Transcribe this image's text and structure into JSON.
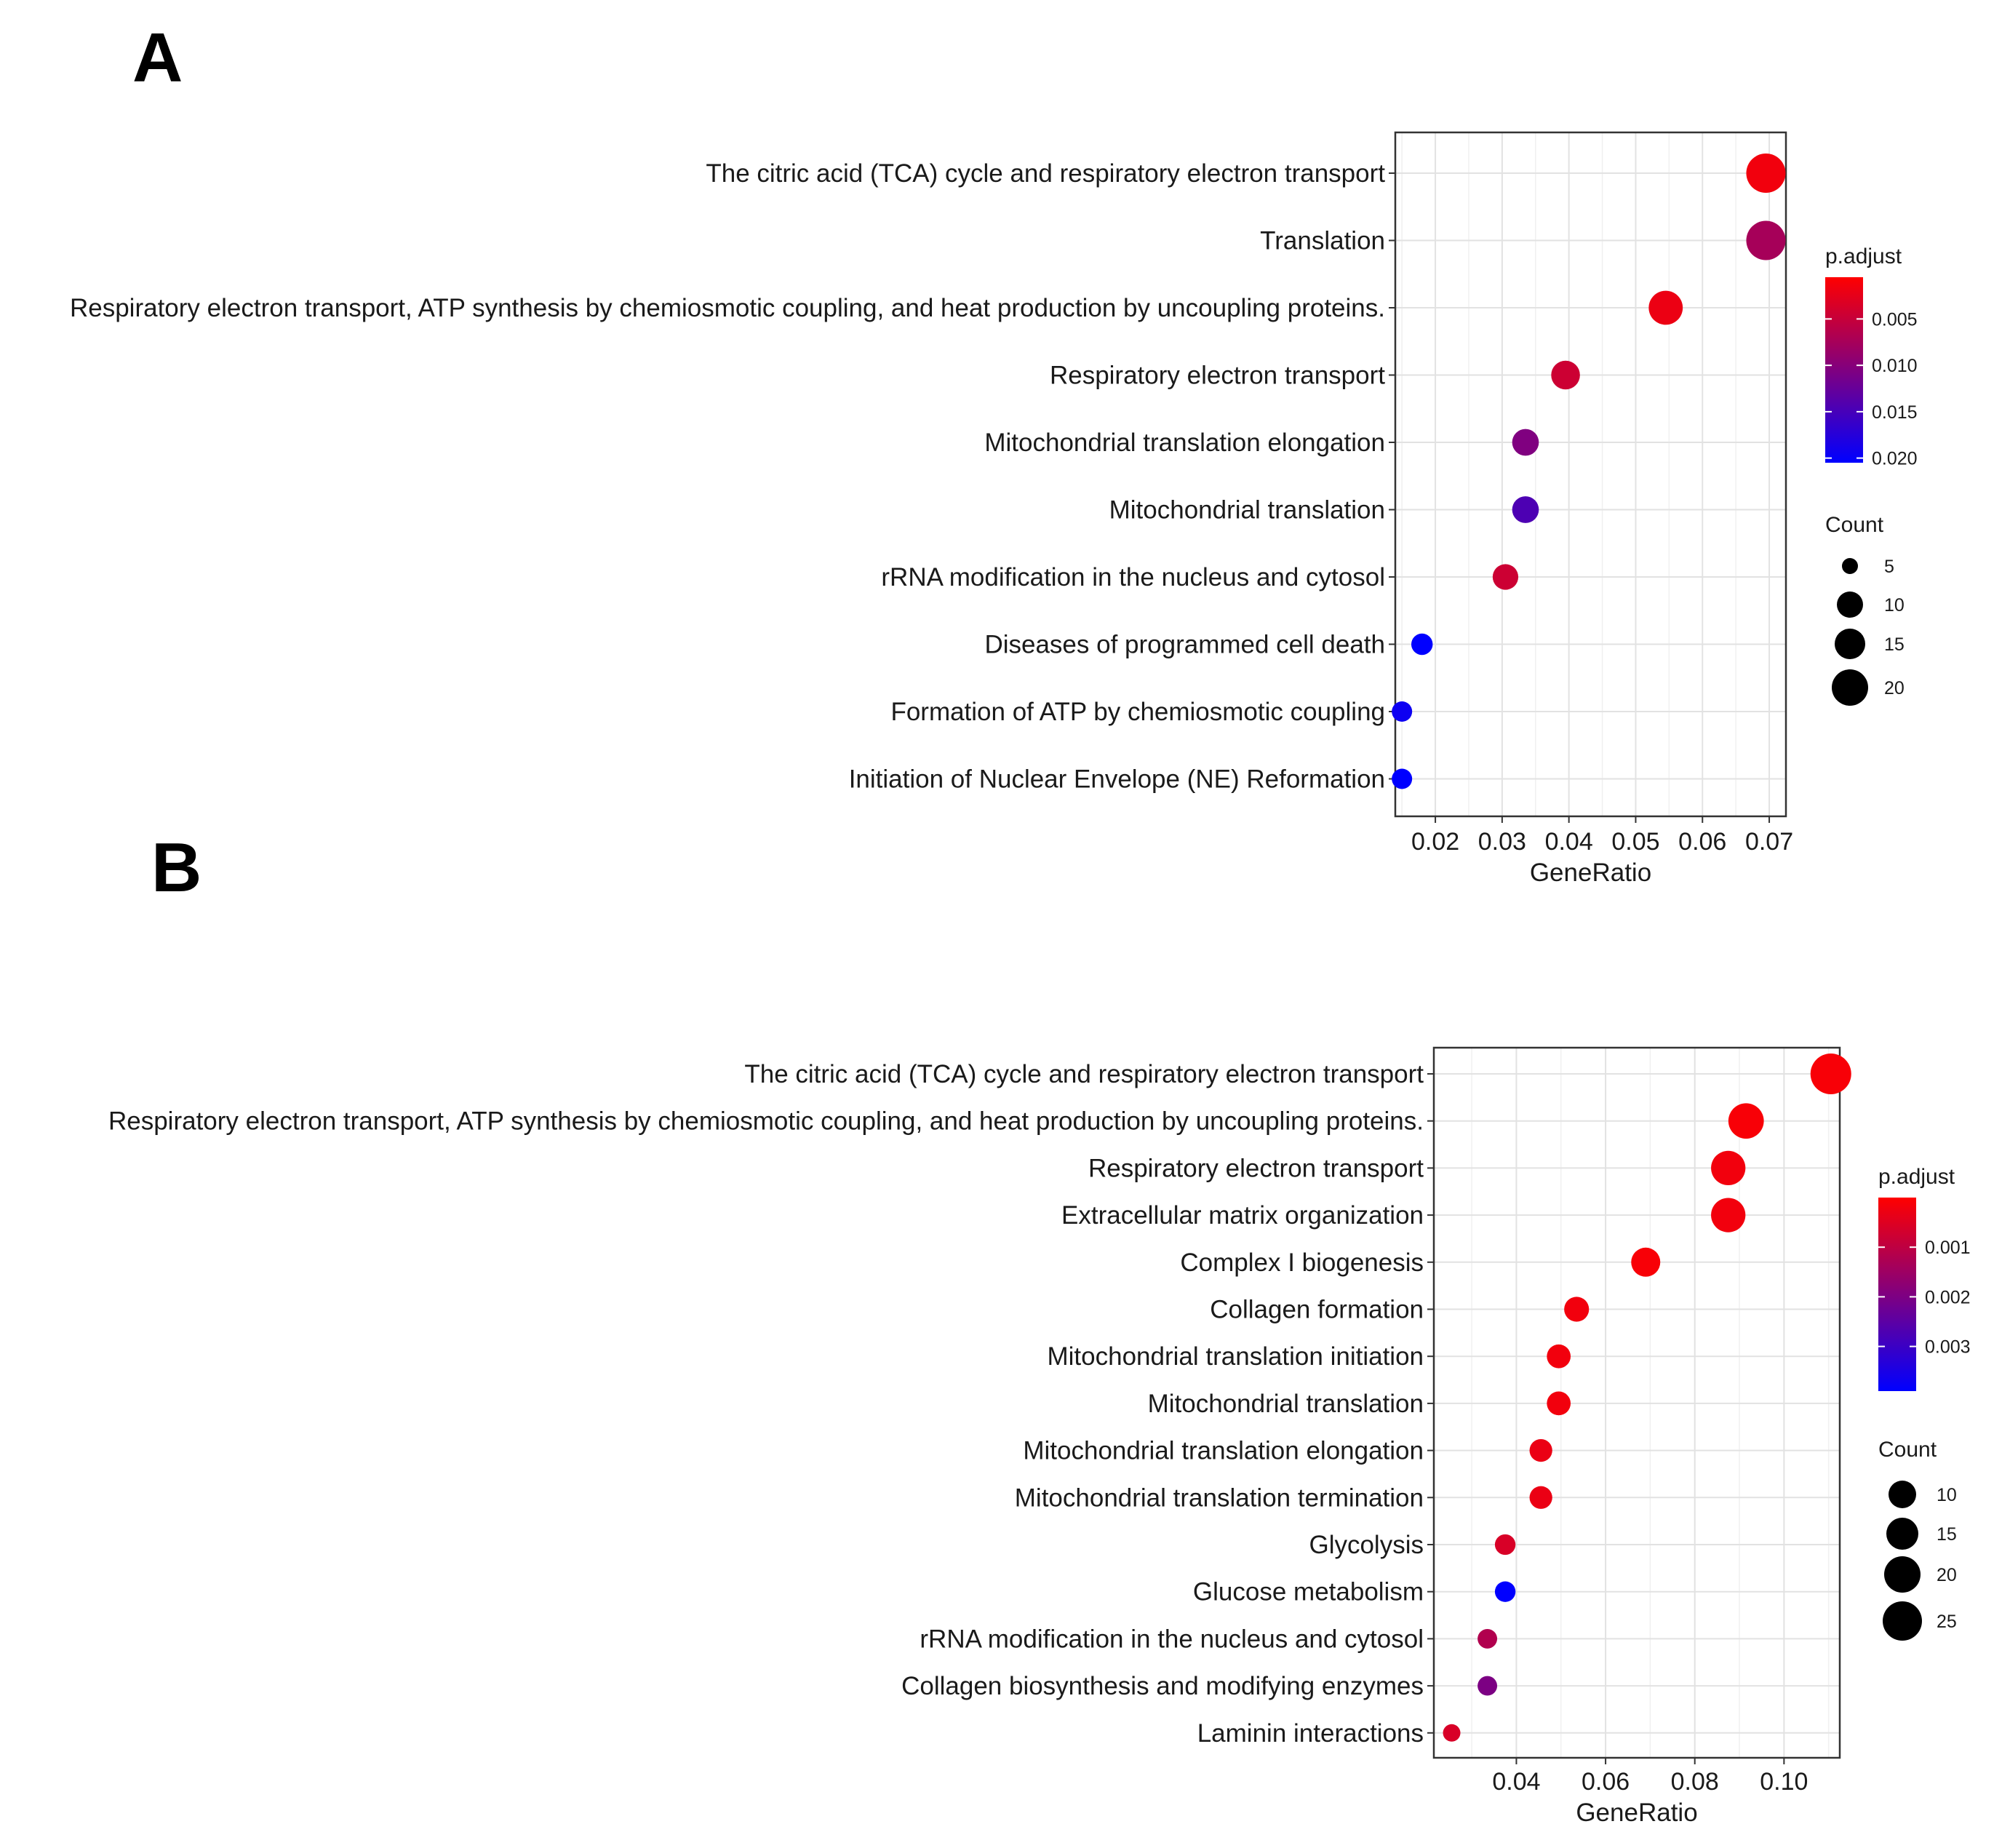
{
  "chart_data": [
    {
      "panel_label": "A",
      "type": "scatter",
      "xlabel": "GeneRatio",
      "xlim": [
        0.014,
        0.0725
      ],
      "xticks": [
        0.02,
        0.03,
        0.04,
        0.05,
        0.06,
        0.07
      ],
      "xtick_labels": [
        "0.02",
        "0.03",
        "0.04",
        "0.05",
        "0.06",
        "0.07"
      ],
      "grid": true,
      "terms": [
        {
          "term": "The citric acid (TCA) cycle and respiratory electron transport",
          "gene_ratio": 0.0695,
          "p_adjust": 0.0015,
          "count": 23
        },
        {
          "term": "Translation",
          "gene_ratio": 0.0695,
          "p_adjust": 0.0075,
          "count": 23
        },
        {
          "term": "Respiratory electron transport, ATP synthesis by chemiosmotic coupling, and heat production by uncoupling proteins.",
          "gene_ratio": 0.0545,
          "p_adjust": 0.002,
          "count": 18
        },
        {
          "term": "Respiratory electron transport",
          "gene_ratio": 0.0395,
          "p_adjust": 0.0045,
          "count": 13
        },
        {
          "term": "Mitochondrial translation elongation",
          "gene_ratio": 0.0335,
          "p_adjust": 0.0105,
          "count": 11
        },
        {
          "term": "Mitochondrial translation",
          "gene_ratio": 0.0335,
          "p_adjust": 0.0145,
          "count": 11
        },
        {
          "term": "rRNA modification in the nucleus and cytosol",
          "gene_ratio": 0.0305,
          "p_adjust": 0.0045,
          "count": 10
        },
        {
          "term": "Diseases of programmed cell death",
          "gene_ratio": 0.018,
          "p_adjust": 0.0205,
          "count": 6
        },
        {
          "term": "Formation of ATP by chemiosmotic coupling",
          "gene_ratio": 0.015,
          "p_adjust": 0.0195,
          "count": 5
        },
        {
          "term": "Initiation of Nuclear Envelope (NE) Reformation",
          "gene_ratio": 0.015,
          "p_adjust": 0.0205,
          "count": 5
        }
      ],
      "color_legend": {
        "title": "p.adjust",
        "range": [
          0.0005,
          0.0205
        ],
        "ticks": [
          0.005,
          0.01,
          0.015,
          0.02
        ],
        "tick_labels": [
          "0.005",
          "0.010",
          "0.015",
          "0.020"
        ],
        "low_color": "#ff0000",
        "high_color": "#0000ff"
      },
      "size_legend": {
        "title": "Count",
        "values": [
          5,
          10,
          15,
          20
        ],
        "labels": [
          "5",
          "10",
          "15",
          "20"
        ]
      }
    },
    {
      "panel_label": "B",
      "type": "scatter",
      "xlabel": "GeneRatio",
      "xlim": [
        0.0215,
        0.1125
      ],
      "xticks": [
        0.04,
        0.06,
        0.08,
        0.1
      ],
      "xtick_labels": [
        "0.04",
        "0.06",
        "0.08",
        "0.10"
      ],
      "grid": true,
      "terms": [
        {
          "term": "The citric acid (TCA) cycle and respiratory electron transport",
          "gene_ratio": 0.1105,
          "p_adjust": 0.0001,
          "count": 28
        },
        {
          "term": "Respiratory electron transport, ATP synthesis by chemiosmotic coupling, and heat production by uncoupling proteins.",
          "gene_ratio": 0.0915,
          "p_adjust": 0.0001,
          "count": 23
        },
        {
          "term": "Respiratory electron transport",
          "gene_ratio": 0.0875,
          "p_adjust": 0.0002,
          "count": 22
        },
        {
          "term": "Extracellular matrix organization",
          "gene_ratio": 0.0875,
          "p_adjust": 0.0002,
          "count": 22
        },
        {
          "term": "Complex I biogenesis",
          "gene_ratio": 0.069,
          "p_adjust": 0.0001,
          "count": 17
        },
        {
          "term": "Collagen formation",
          "gene_ratio": 0.0535,
          "p_adjust": 0.0002,
          "count": 13
        },
        {
          "term": "Mitochondrial translation initiation",
          "gene_ratio": 0.0495,
          "p_adjust": 0.0002,
          "count": 12
        },
        {
          "term": "Mitochondrial translation",
          "gene_ratio": 0.0495,
          "p_adjust": 0.0002,
          "count": 12
        },
        {
          "term": "Mitochondrial translation elongation",
          "gene_ratio": 0.0455,
          "p_adjust": 0.0003,
          "count": 11
        },
        {
          "term": "Mitochondrial translation termination",
          "gene_ratio": 0.0455,
          "p_adjust": 0.0003,
          "count": 11
        },
        {
          "term": "Glycolysis",
          "gene_ratio": 0.0375,
          "p_adjust": 0.0006,
          "count": 9
        },
        {
          "term": "Glucose metabolism",
          "gene_ratio": 0.0375,
          "p_adjust": 0.0039,
          "count": 9
        },
        {
          "term": "rRNA modification in the nucleus and cytosol",
          "gene_ratio": 0.0335,
          "p_adjust": 0.0012,
          "count": 8
        },
        {
          "term": "Collagen biosynthesis and modifying enzymes",
          "gene_ratio": 0.0335,
          "p_adjust": 0.002,
          "count": 8
        },
        {
          "term": "Laminin interactions",
          "gene_ratio": 0.0255,
          "p_adjust": 0.0006,
          "count": 6
        }
      ],
      "color_legend": {
        "title": "p.adjust",
        "range": [
          0.0,
          0.0039
        ],
        "ticks": [
          0.001,
          0.002,
          0.003
        ],
        "tick_labels": [
          "0.001",
          "0.002",
          "0.003"
        ],
        "low_color": "#ff0000",
        "high_color": "#0000ff"
      },
      "size_legend": {
        "title": "Count",
        "values": [
          10,
          15,
          20,
          25
        ],
        "labels": [
          "10",
          "15",
          "20",
          "25"
        ]
      }
    }
  ]
}
